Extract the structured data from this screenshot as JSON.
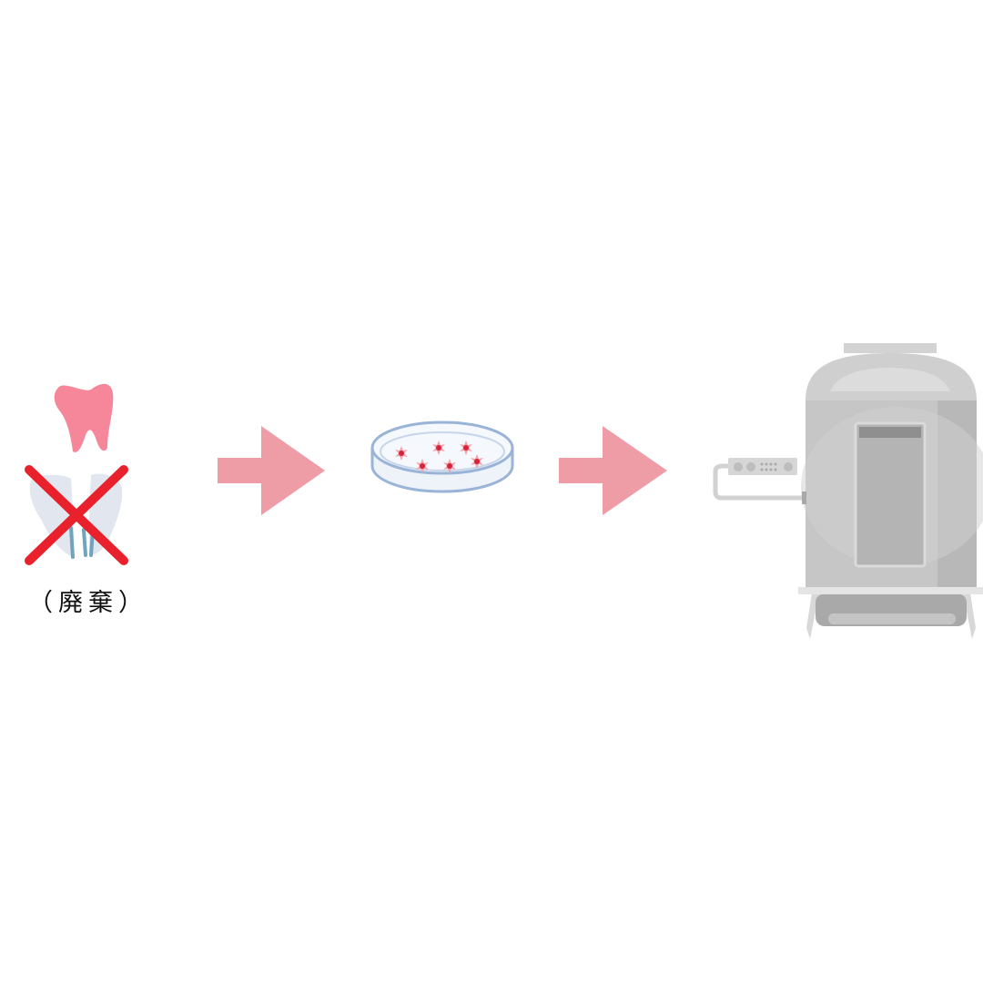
{
  "steps": [
    {
      "name": "extracted-tooth",
      "caption": "（廃棄）"
    },
    {
      "name": "cultured-cells-petri-dish"
    },
    {
      "name": "cell-storage-tank"
    }
  ],
  "colors": {
    "arrow": "#ee9ca5",
    "tooth_pink": "#f6879a",
    "cross": "#e8212c",
    "dish": "#9ab4d8",
    "tank": "#c9c9c9"
  }
}
